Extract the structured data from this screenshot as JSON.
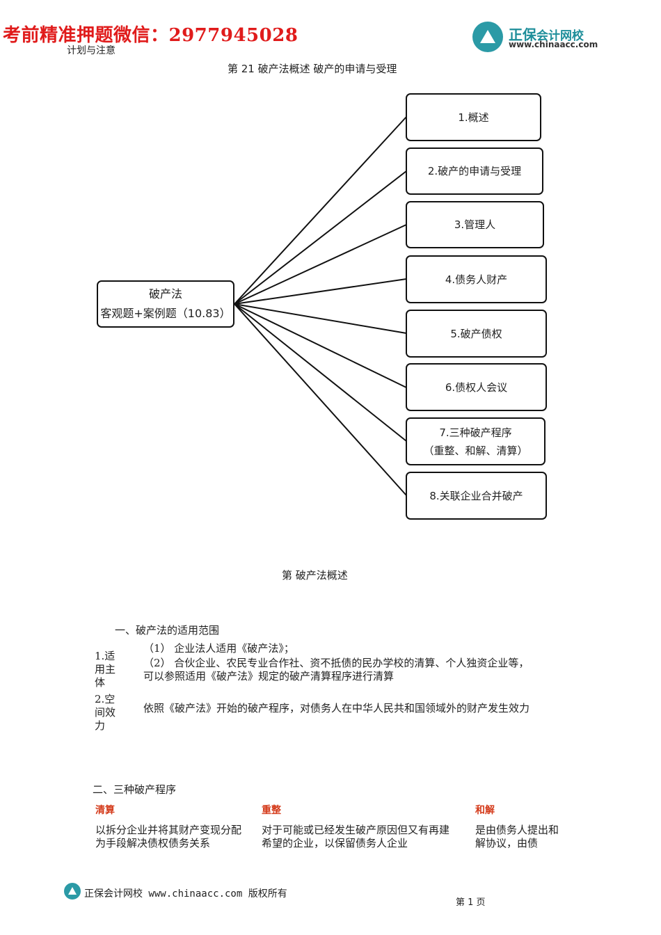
{
  "watermark": {
    "text": "考前精准押题微信：2977945028"
  },
  "logo": {
    "name_main": "正保",
    "name_sub": "会计网校",
    "url": "www.chinaacc.com"
  },
  "header_cut_line": "第 21 破产法概述 破产的申请与受理",
  "mindmap": {
    "root": {
      "line1": "破产法",
      "line2": "客观题+案例题（10.83）"
    },
    "branches": [
      {
        "line1": "1.概述",
        "line2": ""
      },
      {
        "line1": "2.破产的申请与受理",
        "line2": ""
      },
      {
        "line1": "3.管理人",
        "line2": ""
      },
      {
        "line1": "4.债务人财产",
        "line2": ""
      },
      {
        "line1": "5.破产债权",
        "line2": ""
      },
      {
        "line1": "6.债权人会议",
        "line2": ""
      },
      {
        "line1": "7.三种破产程序",
        "line2": "（重整、和解、清算）"
      },
      {
        "line1": "8.关联企业合并破产",
        "line2": ""
      }
    ]
  },
  "section_title_cut": "第 破产法概述",
  "scope": {
    "heading_cut": "一、破产法的适用范围",
    "rows": [
      {
        "label": "1.适用主体",
        "lines": [
          "（1） 企业法人适用《破产法》；",
          "（2） 合伙企业、农民专业合作社、资不抵债的民办学校的清算、个人独资企业等，",
          "可以参照适用《破产法》规定的破产清算程序进行清算"
        ]
      },
      {
        "label": "2.空间效力",
        "lines": [
          "依照《破产法》开始的破产程序，对债务人在中华人民共和国领域外的财产发生效力"
        ]
      }
    ]
  },
  "procedures": {
    "heading_cut": "二、三种破产程序",
    "columns": [
      {
        "title": "清算",
        "text": "以拆分企业并将其财产变现分配为手段解决债权债务关系"
      },
      {
        "title": "重整",
        "text": "对于可能或已经发生破产原因但又有再建希望的企业，以保留债务人企业"
      },
      {
        "title": "和解",
        "text": "是由债务人提出和解协议，由债"
      }
    ]
  },
  "footer": {
    "text": "正保会计网校 www.chinaacc.com 版权所有",
    "page_cut": "第 1 页"
  }
}
